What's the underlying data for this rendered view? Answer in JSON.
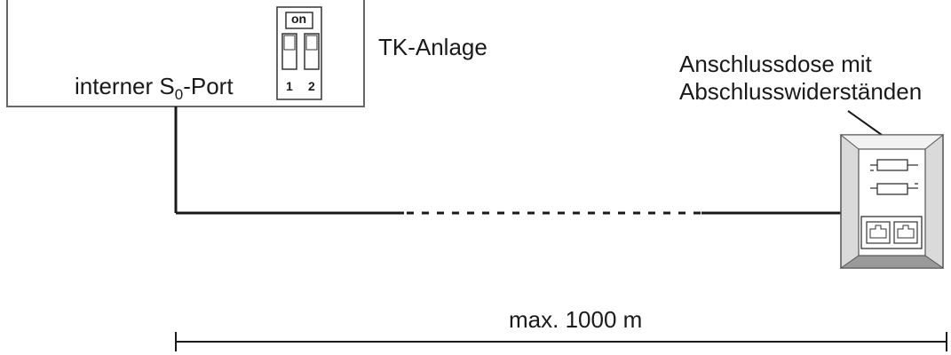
{
  "pbx": {
    "title": "TK-Anlage",
    "port_label_main": "interner S",
    "port_label_sub": "0",
    "port_label_tail": "-Port",
    "switch_label": "on",
    "switch_numbers": [
      "1",
      "2"
    ]
  },
  "socket": {
    "label_line1": "Anschlussdose mit",
    "label_line2": "Abschlusswiderständen"
  },
  "distance": {
    "label": "max. 1000 m"
  }
}
